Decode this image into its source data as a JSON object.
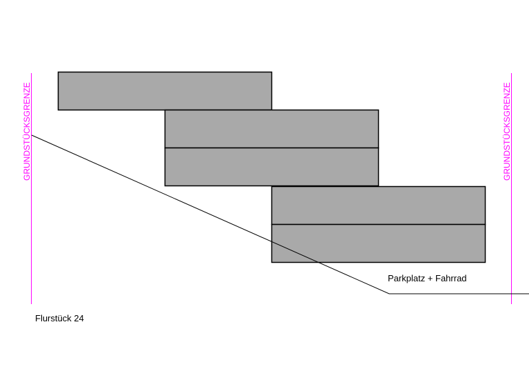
{
  "colors": {
    "boundary": "#ff00ff",
    "block_fill": "#a9a9a9",
    "block_stroke": "#000000",
    "line": "#000000"
  },
  "boundary": {
    "left_label": "GRUNDSTÜCKSGRENZE",
    "right_label": "GRUNDSTÜCKSGRENZE"
  },
  "labels": {
    "parking": "Parkplatz + Fahrrad",
    "parcel": "Flurstück 24"
  }
}
